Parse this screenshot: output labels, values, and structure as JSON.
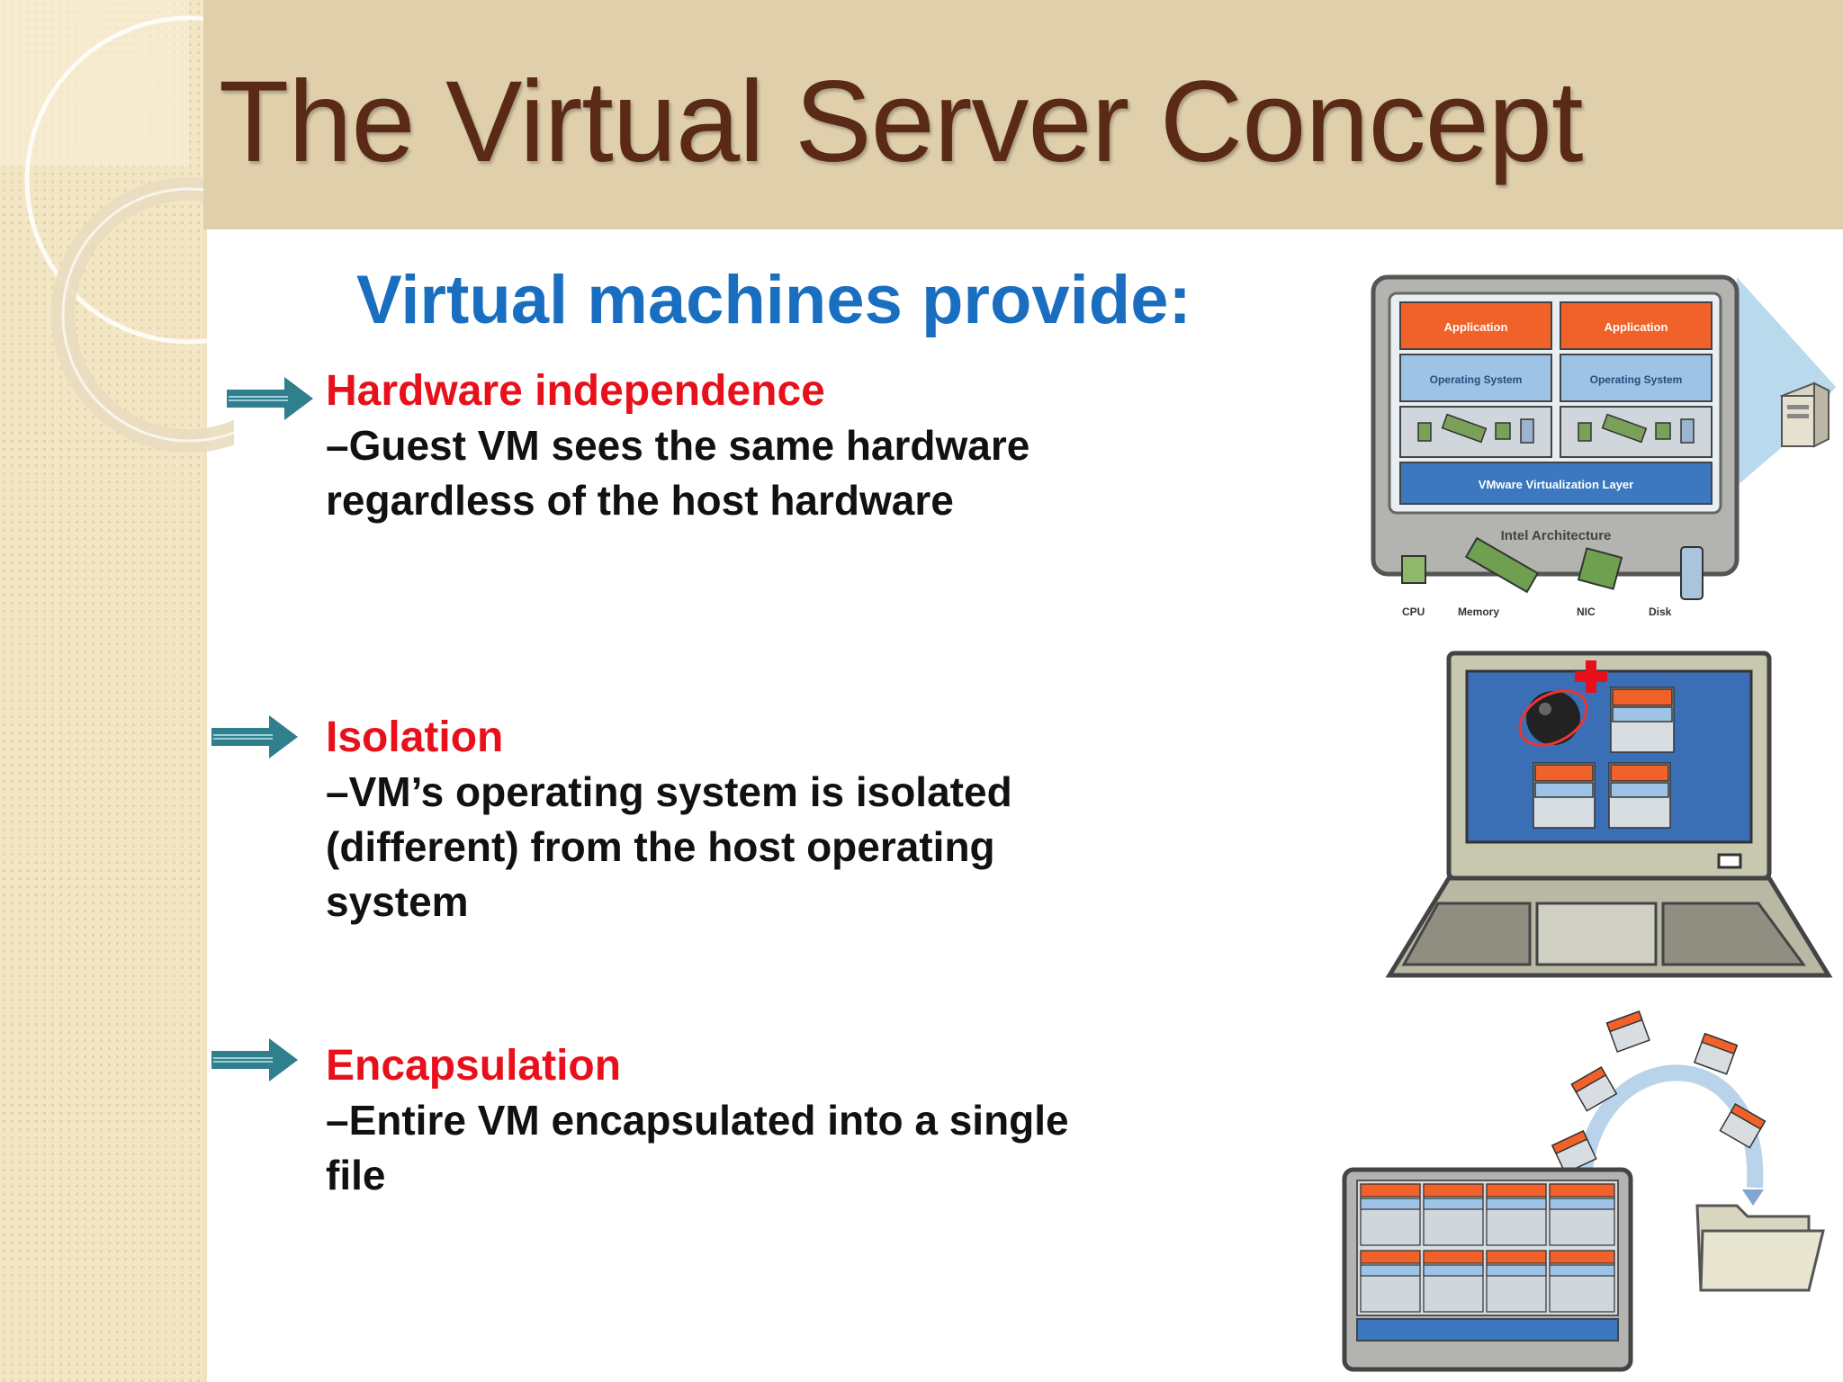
{
  "slide": {
    "title": "The Virtual Server Concept",
    "subtitle": "Virtual machines provide:"
  },
  "points": [
    {
      "heading": "Hardware independence",
      "line1": "–Guest VM sees the same hardware",
      "line2": "regardless of the host hardware"
    },
    {
      "heading": "Isolation",
      "line1": "–VM’s operating system is isolated",
      "line2": "(different) from the host operating",
      "line3": "system"
    },
    {
      "heading": "Encapsulation",
      "line1": "–Entire VM encapsulated into a single",
      "line2": "file"
    }
  ],
  "diagram_labels": {
    "application": "Application",
    "operating_system": "Operating System",
    "virtualization_layer": "VMware Virtualization Layer",
    "intel_architecture": "Intel Architecture",
    "cpu": "CPU",
    "memory": "Memory",
    "nic": "NIC",
    "disk": "Disk"
  },
  "colors": {
    "title": "#5a2a16",
    "subtitle": "#1a6ec0",
    "heading_red": "#e8101a",
    "body_text": "#111111",
    "arrow": "#2f7f8c",
    "title_band": "#dfcfab",
    "left_strip": "#f3e6c4",
    "vm_orange": "#f0622a",
    "vm_blue": "#5b9bd5",
    "screen_blue": "#3b6fb5"
  },
  "icons": {
    "bullet": "arrow-right-icon",
    "server_tower": "server-tower-icon",
    "virus": "virus-bomb-icon",
    "folder": "folder-icon"
  }
}
